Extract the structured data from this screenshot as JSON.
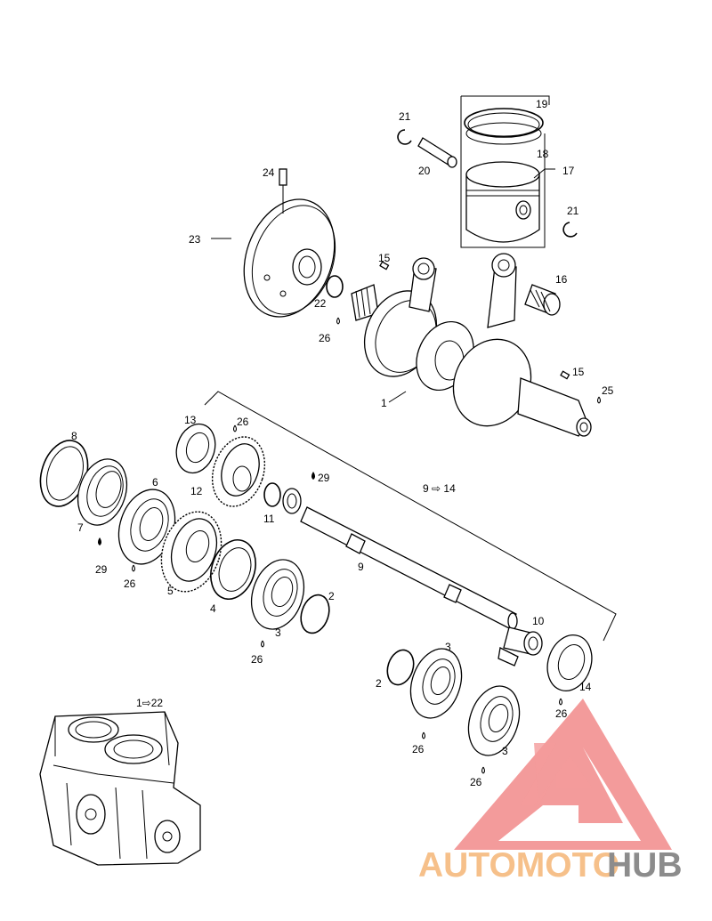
{
  "labels": {
    "l1": "1",
    "l2a": "2",
    "l2b": "2",
    "l3a": "3",
    "l3b": "3",
    "l3c": "3",
    "l4": "4",
    "l5": "5",
    "l6": "6",
    "l7": "7",
    "l8": "8",
    "l9": "9",
    "l10": "10",
    "l11": "11",
    "l12": "12",
    "l13": "13",
    "l14": "14",
    "l15a": "15",
    "l15b": "15",
    "l16": "16",
    "l17": "17",
    "l18": "18",
    "l19": "19",
    "l20": "20",
    "l21a": "21",
    "l21b": "21",
    "l22": "22",
    "l23": "23",
    "l24": "24",
    "l25": "25",
    "l26a": "26",
    "l26b": "26",
    "l26c": "26",
    "l26d": "26",
    "l26e": "26",
    "l26f": "26",
    "l26g": "26",
    "l29a": "29",
    "l29b": "29",
    "range_shaft": "9 ⇨ 14",
    "range_engine": "1⇨22"
  },
  "watermark": {
    "text_a": "AUTOMOTO",
    "text_b": "HUB",
    "color_a": "#f6c08a",
    "color_b": "#8c8c8c",
    "logo_color": "#f28a8a"
  }
}
